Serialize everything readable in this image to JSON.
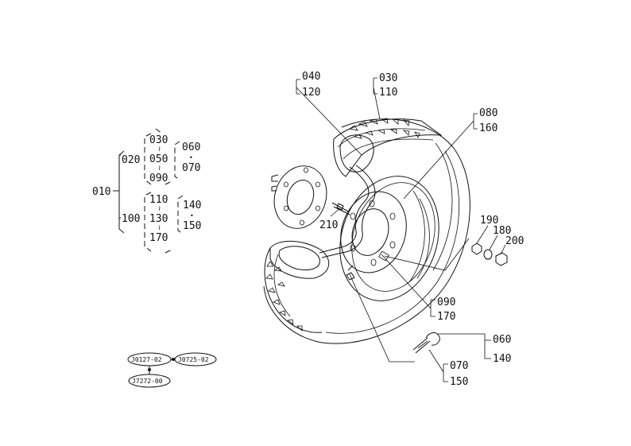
{
  "tree": {
    "root": "010",
    "n020": "020",
    "n100": "100",
    "n030": "030",
    "n050": "050",
    "n090": "090",
    "n060": "060",
    "n070": "070",
    "n110": "110",
    "n130": "130",
    "n170": "170",
    "n140": "140",
    "n150": "150",
    "tilde": "≀",
    "dot": "•"
  },
  "callouts": {
    "c040": "040",
    "c120": "120",
    "c030": "030",
    "c110": "110",
    "c080": "080",
    "c160": "160",
    "c190": "190",
    "c180": "180",
    "c200": "200",
    "c210": "210",
    "c090": "090",
    "c170": "170",
    "c060": "060",
    "c140": "140",
    "c070": "070",
    "c150": "150"
  },
  "refs": {
    "r1": "J0127-02",
    "r2": "J0725-02",
    "r3": "J7272-00"
  }
}
